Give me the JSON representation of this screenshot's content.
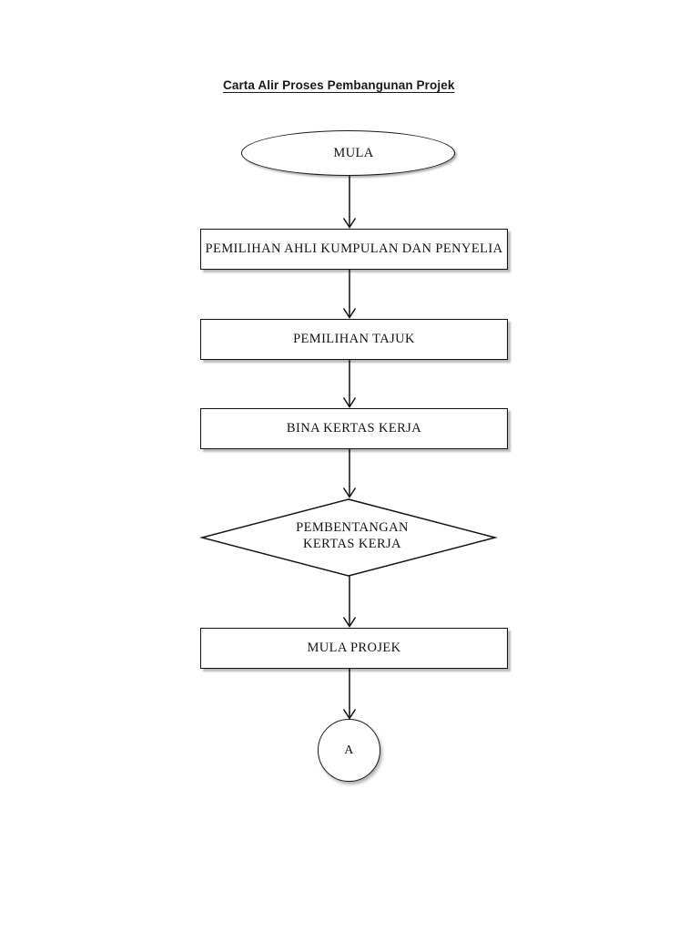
{
  "document": {
    "title": "Carta Alir Proses Pembangunan Projek",
    "page_background": "#ffffff",
    "ink_color": "#141414"
  },
  "flowchart": {
    "orientation": "top-to-bottom",
    "nodes": [
      {
        "id": "start",
        "type": "terminator",
        "shape": "oval",
        "label": "MULA"
      },
      {
        "id": "step-1",
        "type": "process",
        "shape": "rectangle",
        "label": "PEMILIHAN AHLI KUMPULAN DAN PENYELIA"
      },
      {
        "id": "step-2",
        "type": "process",
        "shape": "rectangle",
        "label": "PEMILIHAN TAJUK"
      },
      {
        "id": "step-3",
        "type": "process",
        "shape": "rectangle",
        "label": "BINA KERTAS KERJA"
      },
      {
        "id": "step-4",
        "type": "decision",
        "shape": "diamond",
        "label": "PEMBENTANGAN\nKERTAS KERJA"
      },
      {
        "id": "step-5",
        "type": "process",
        "shape": "rectangle",
        "label": "MULA PROJEK"
      },
      {
        "id": "connector-a",
        "type": "connector",
        "shape": "circle",
        "label": "A"
      }
    ],
    "edges": [
      {
        "from": "start",
        "to": "step-1",
        "arrow": "open-v"
      },
      {
        "from": "step-1",
        "to": "step-2",
        "arrow": "open-v"
      },
      {
        "from": "step-2",
        "to": "step-3",
        "arrow": "open-v"
      },
      {
        "from": "step-3",
        "to": "step-4",
        "arrow": "open-v"
      },
      {
        "from": "step-4",
        "to": "step-5",
        "arrow": "open-v"
      },
      {
        "from": "step-5",
        "to": "connector-a",
        "arrow": "open-v"
      }
    ]
  }
}
